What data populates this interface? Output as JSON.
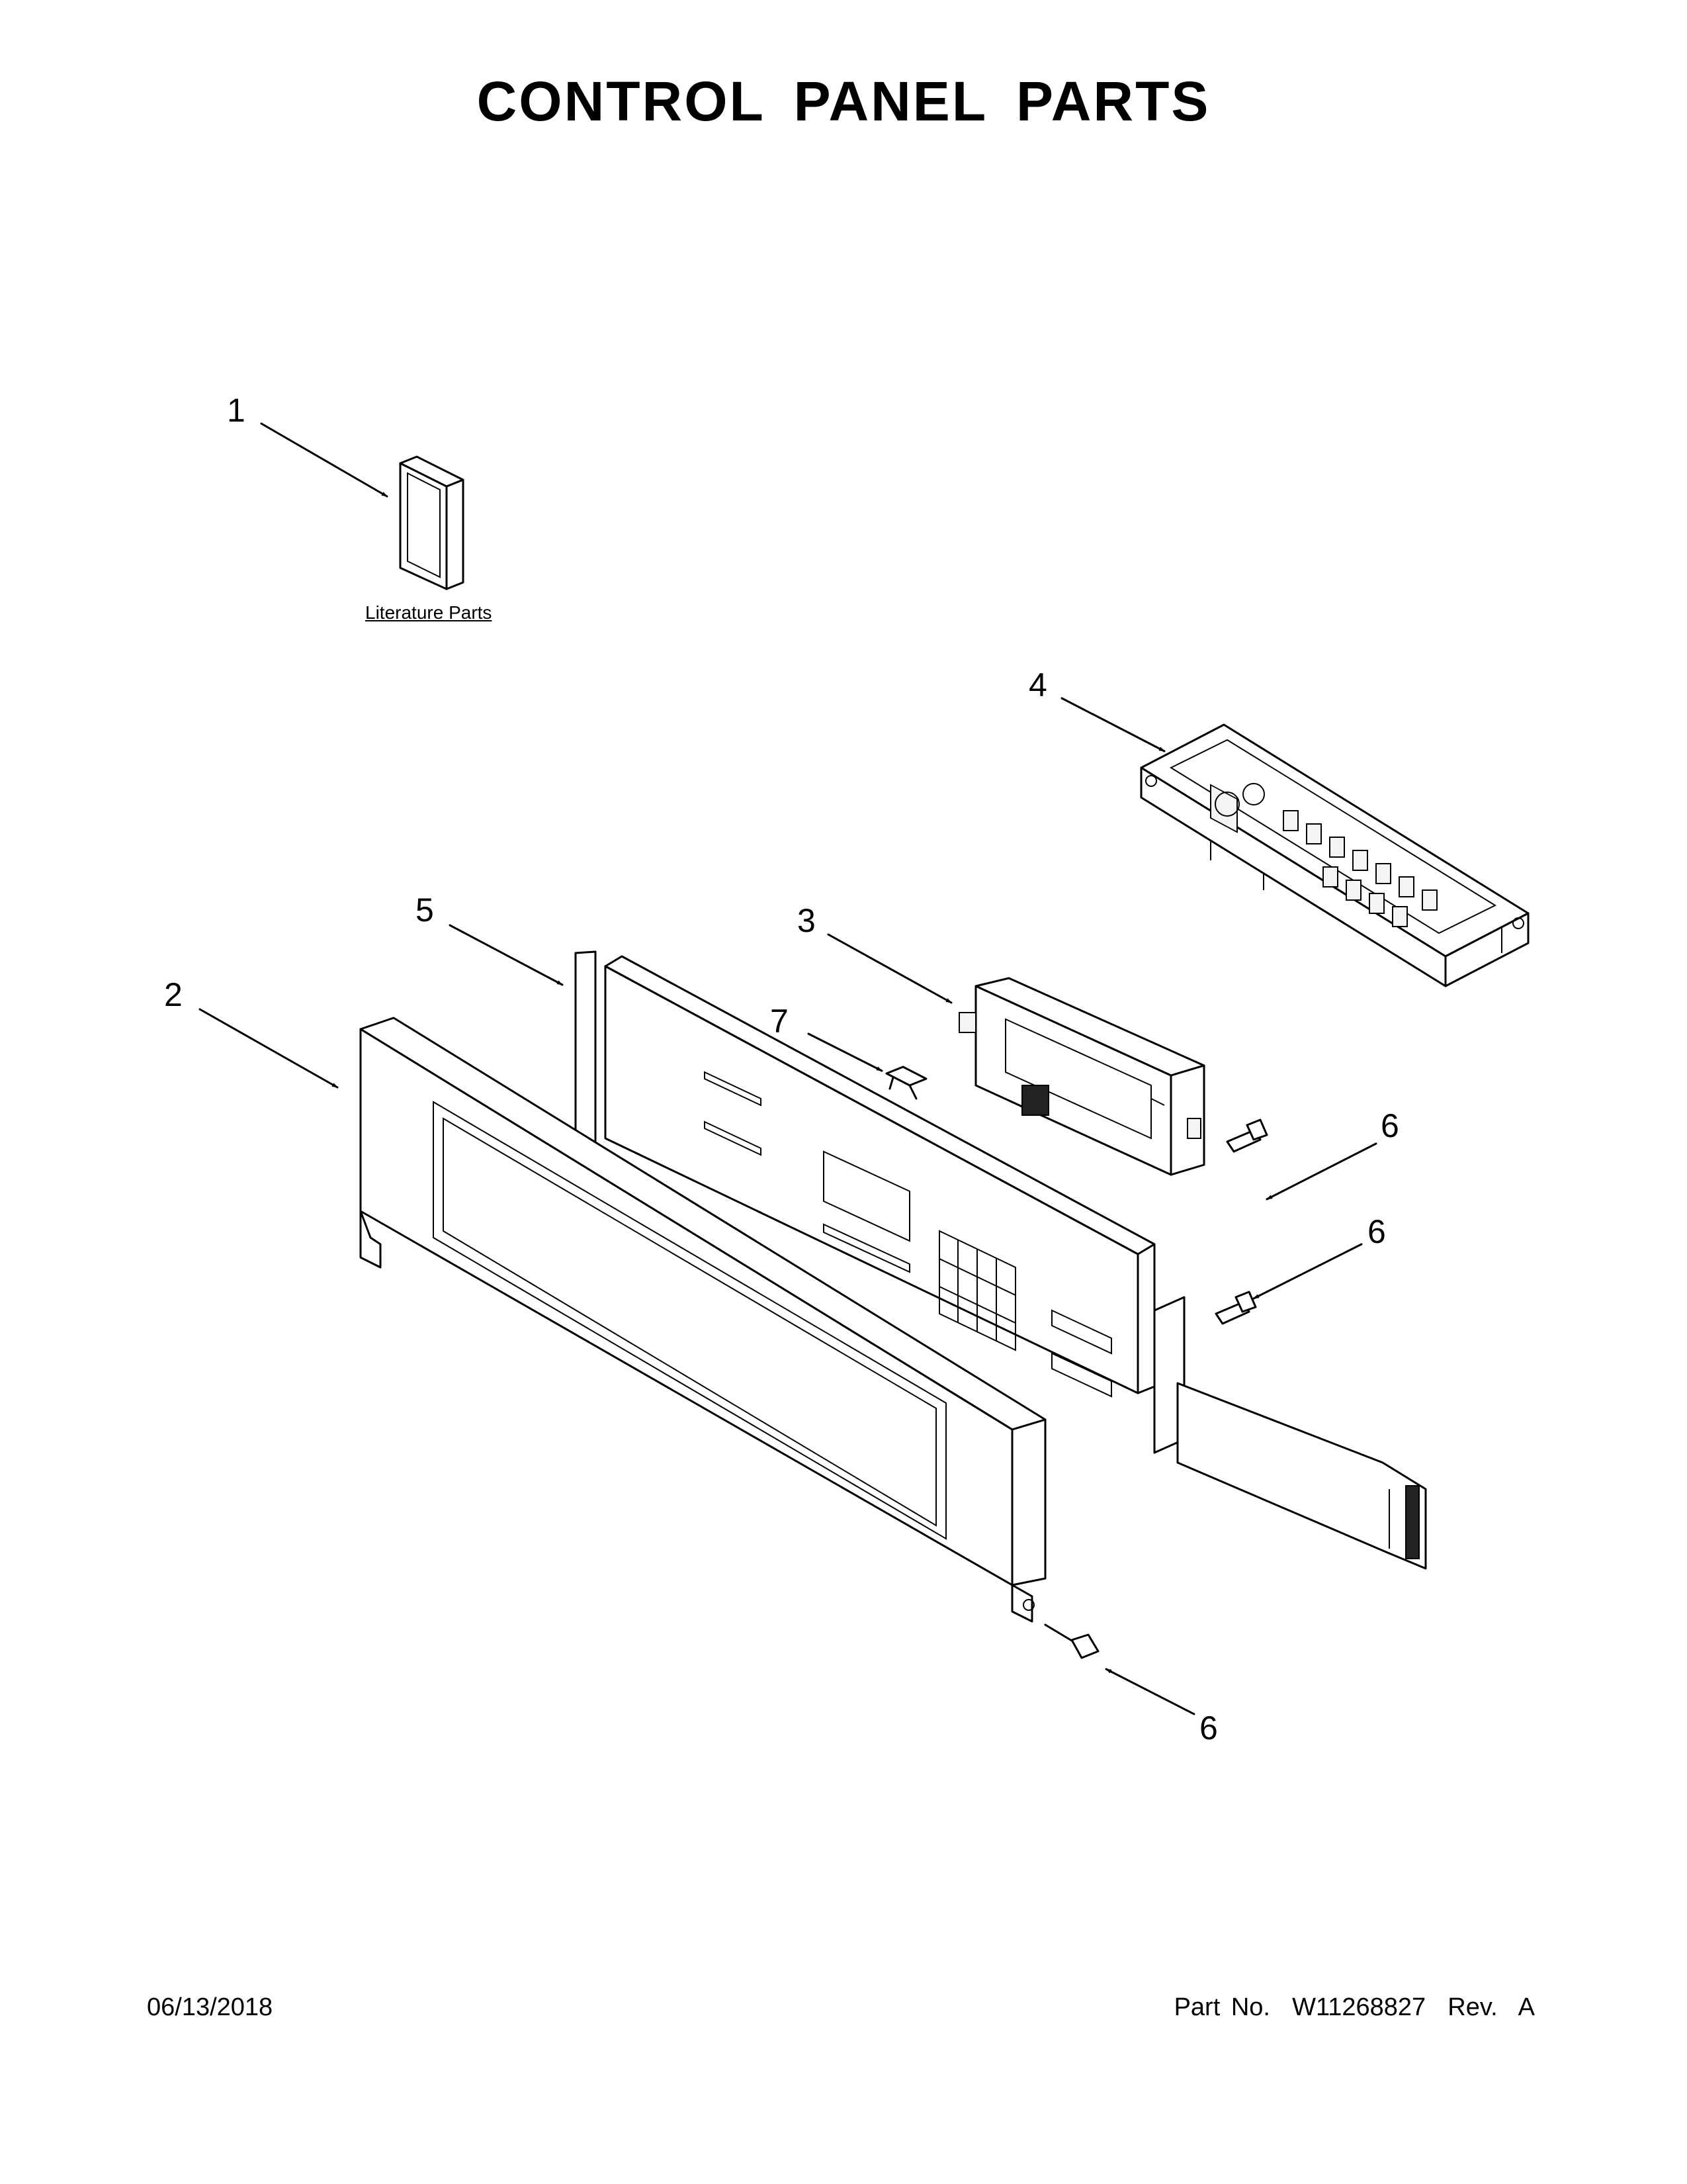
{
  "title": "CONTROL PANEL PARTS",
  "literature_label": "Literature Parts",
  "callouts": {
    "c1": "1",
    "c2": "2",
    "c3": "3",
    "c4": "4",
    "c5": "5",
    "c6a": "6",
    "c6b": "6",
    "c6c": "6",
    "c7": "7"
  },
  "footer": {
    "date": "06/13/2018",
    "part_no": "Part No.  W11268827  Rev.  A"
  }
}
